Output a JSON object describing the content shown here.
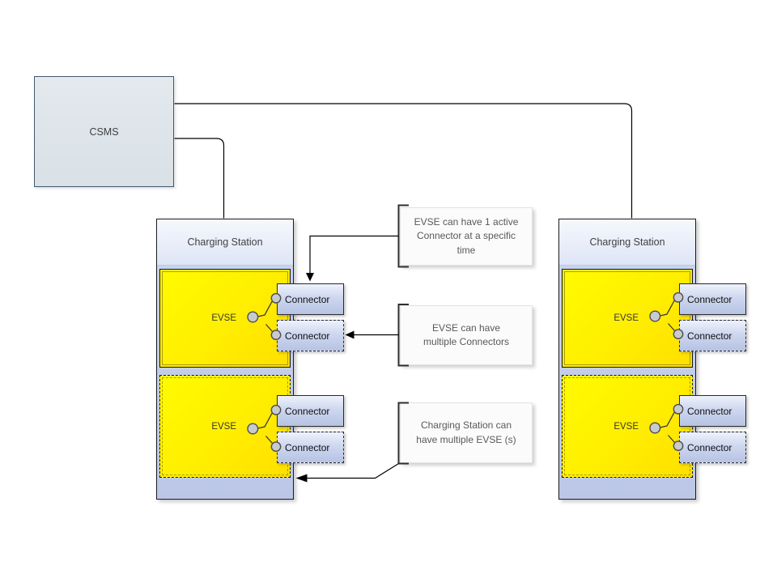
{
  "diagram": {
    "csms": {
      "label": "CSMS"
    },
    "stations": [
      {
        "title": "Charging Station",
        "evses": [
          {
            "label": "EVSE",
            "border": "solid",
            "connectors": [
              {
                "label": "Connector",
                "border": "solid"
              },
              {
                "label": "Connector",
                "border": "dashed"
              }
            ]
          },
          {
            "label": "EVSE",
            "border": "dashed",
            "connectors": [
              {
                "label": "Connector",
                "border": "solid"
              },
              {
                "label": "Connector",
                "border": "dashed"
              }
            ]
          }
        ]
      },
      {
        "title": "Charging Station",
        "evses": [
          {
            "label": "EVSE",
            "border": "solid",
            "connectors": [
              {
                "label": "Connector",
                "border": "solid"
              },
              {
                "label": "Connector",
                "border": "dashed"
              }
            ]
          },
          {
            "label": "EVSE",
            "border": "dashed",
            "connectors": [
              {
                "label": "Connector",
                "border": "solid"
              },
              {
                "label": "Connector",
                "border": "dashed"
              }
            ]
          }
        ]
      }
    ],
    "annotations": [
      {
        "lines": [
          "EVSE can have 1 active",
          "Connector at a specific",
          "time"
        ]
      },
      {
        "lines": [
          "EVSE can have",
          "multiple Connectors"
        ]
      },
      {
        "lines": [
          "Charging Station can",
          "have multiple EVSE (s)"
        ]
      }
    ],
    "colors": {
      "evse_fill": "#ffee00",
      "station_fill": "#c5cfe9",
      "header_fill": "#e8edf8",
      "connector_fill": "#ccd6ee",
      "csms_fill": "#dde4e9",
      "note_fill": "#fbfbfb",
      "line": "#000000",
      "text": "#404040"
    }
  }
}
